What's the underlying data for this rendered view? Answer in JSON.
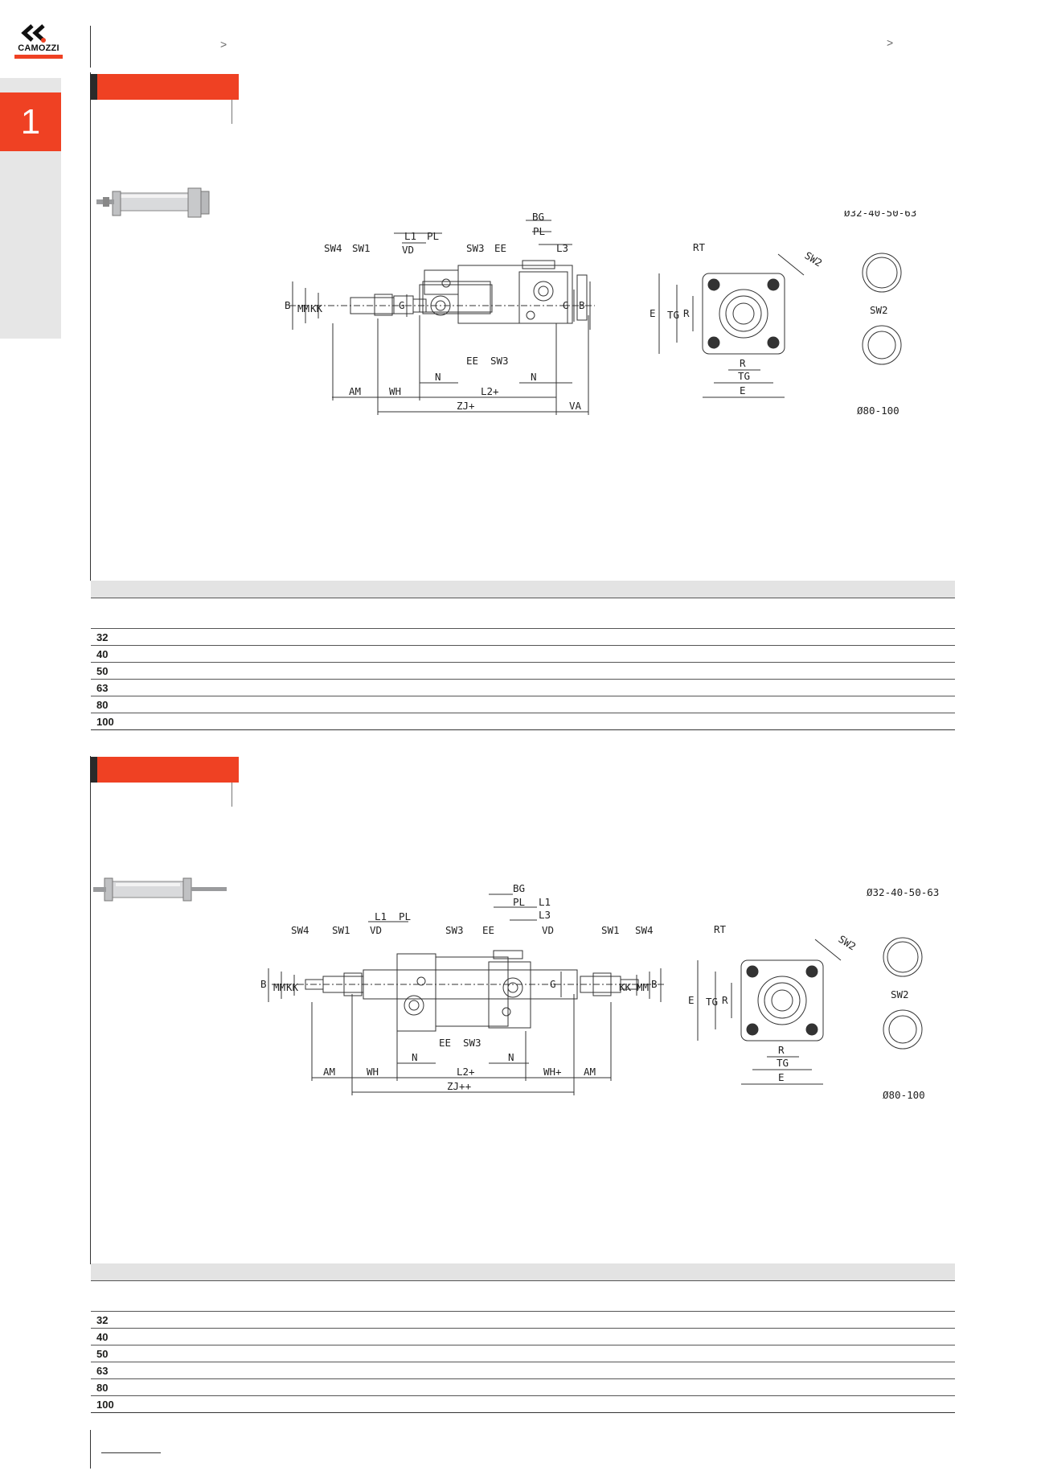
{
  "brand": {
    "name": "CAMOZZI",
    "accent": "#ef4123"
  },
  "chapter": {
    "number": "1"
  },
  "breadcrumb": {
    "left_arrow": ">",
    "right_arrow": ">"
  },
  "section1": {
    "table": {
      "rows": [
        "32",
        "40",
        "50",
        "63",
        "80",
        "100"
      ]
    },
    "drawing": {
      "labels": {
        "sw4": "SW4",
        "sw1": "SW1",
        "l1": "L1",
        "pl": "PL",
        "vd": "VD",
        "sw3": "SW3",
        "ee": "EE",
        "bg": "BG",
        "pl2": "PL",
        "l3": "L3",
        "b": "B",
        "mm": "MM",
        "kk": "KK",
        "g": "G",
        "g2": "G",
        "b2": "B",
        "ee2": "EE",
        "sw3b": "SW3",
        "n": "N",
        "n2": "N",
        "am": "AM",
        "wh": "WH",
        "l2": "L2+",
        "zj": "ZJ+",
        "va": "VA",
        "rt": "RT",
        "sw2": "SW2",
        "e": "E",
        "tg": "TG",
        "r": "R",
        "r2": "R",
        "tg2": "TG",
        "e2": "E",
        "dia_small": "Ø32-40-50-63",
        "sw2b": "SW2",
        "dia_large": "Ø80-100"
      }
    }
  },
  "section2": {
    "table": {
      "rows": [
        "32",
        "40",
        "50",
        "63",
        "80",
        "100"
      ]
    },
    "drawing": {
      "labels": {
        "sw4": "SW4",
        "sw1": "SW1",
        "l1": "L1",
        "pl": "PL",
        "vd": "VD",
        "sw3": "SW3",
        "ee": "EE",
        "bg": "BG",
        "pl2": "PL",
        "l1b": "L1",
        "l3": "L3",
        "vd2": "VD",
        "sw1b": "SW1",
        "sw4b": "SW4",
        "b": "B",
        "mm": "MM",
        "kk": "KK",
        "g": "G",
        "kk2": "KK",
        "mm2": "MM",
        "b2": "B",
        "ee2": "EE",
        "sw3b": "SW3",
        "n": "N",
        "n2": "N",
        "am": "AM",
        "wh": "WH",
        "l2": "L2+",
        "wh2": "WH+",
        "am2": "AM",
        "zj": "ZJ++",
        "rt": "RT",
        "sw2": "SW2",
        "e": "E",
        "tg": "TG",
        "r": "R",
        "r2": "R",
        "tg2": "TG",
        "e2": "E",
        "dia_small": "Ø32-40-50-63",
        "sw2b": "SW2",
        "dia_large": "Ø80-100"
      }
    }
  }
}
